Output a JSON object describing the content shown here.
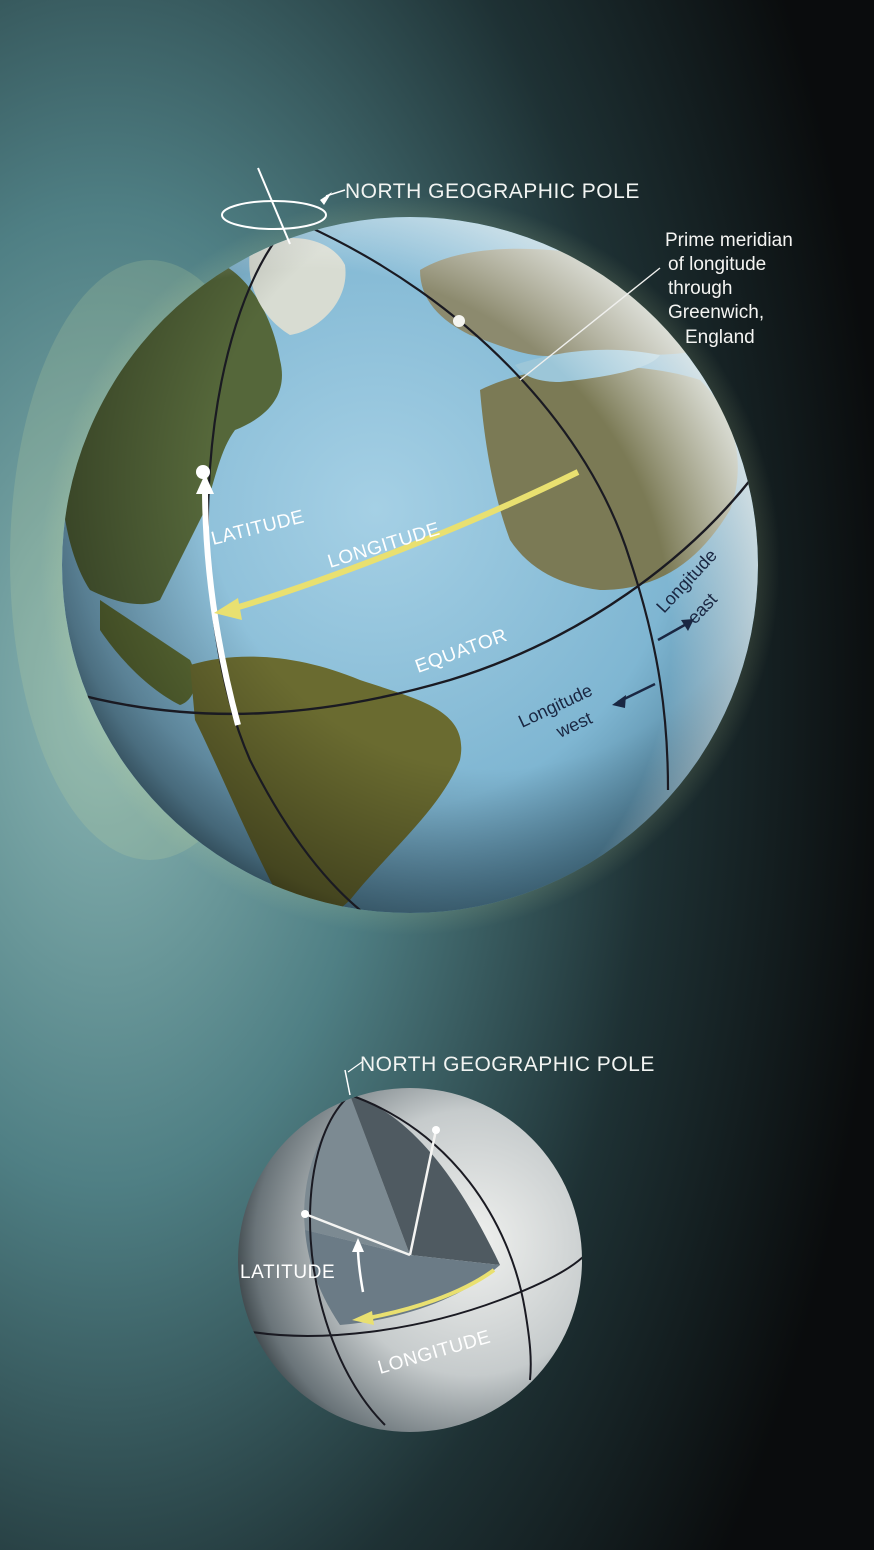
{
  "top_globe": {
    "north_pole_label": "NORTH GEOGRAPHIC POLE",
    "prime_meridian_note": [
      "Prime  meridian",
      "of  longitude",
      "through",
      "Greenwich,",
      "England"
    ],
    "latitude_label": "LATITUDE",
    "longitude_label": "LONGITUDE",
    "equator_label": "EQUATOR",
    "longitude_east_label": [
      "Longitude",
      "east"
    ],
    "longitude_west_label": [
      "Longitude",
      "west"
    ]
  },
  "bottom_globe": {
    "north_pole_label": "NORTH  GEOGRAPHIC  POLE",
    "latitude_label": "LATITUDE",
    "longitude_label": "LONGITUDE"
  },
  "colors": {
    "ocean": "#8fc2dc",
    "land": "#5d6d35",
    "longitude_arrow": "#e9e070",
    "latitude_arrow": "#ffffff",
    "grid_line": "#1a1a22",
    "dark_label": "#1a2742"
  }
}
